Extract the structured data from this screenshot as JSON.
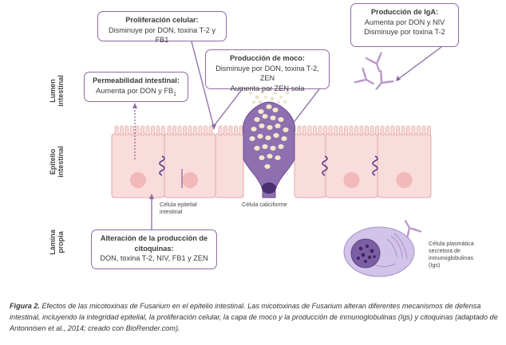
{
  "side_labels": {
    "lumen": [
      "Lumen",
      "intestinal"
    ],
    "epithelium": [
      "Epitelio",
      "intestinal"
    ],
    "lamina": [
      "Lámina",
      "propia"
    ]
  },
  "boxes": {
    "proliferation": {
      "title": "Proliferación celular:",
      "lines": [
        "Disminuye por DON, toxina T-2 y FB1"
      ]
    },
    "mucus": {
      "title": "Producción de moco:",
      "lines": [
        "Disminuye por DON, toxina T-2, ZEN",
        "Aumenta por ZEN sola"
      ]
    },
    "iga": {
      "title": "Producción de IgA:",
      "lines": [
        "Aumenta por DON y NIV",
        "Disminuye por toxina T-2"
      ]
    },
    "permeability": {
      "title": "Permeabilidad intestinal:",
      "line_prefix": "Aumenta por DON y FB",
      "line_sub": "1"
    },
    "cytokines": {
      "title": "Alteración de la producción de",
      "title2": "citoquinas:",
      "lines": [
        "DON, toxina T-2, NIV, FB1 y ZEN"
      ]
    }
  },
  "cell_labels": {
    "epithelial": [
      "Célula epitelial",
      "intestinal"
    ],
    "goblet": "Célula caliciforme",
    "plasma": [
      "Célula plasmática",
      "secretora de",
      "inmunoglobulinas",
      "(Igs)"
    ]
  },
  "caption": {
    "label": "Figura 2.",
    "text": "Efectos de las micotoxinas de Fusarium en el epitelio intestinal. Las micotoxinas de Fusarium alteran diferentes mecanismos de defensa intestinal, incluyendo la integridad epitelial, la proliferación celular, la capa de moco y la producción de inmunoglobulinas (Igs) y citoquinas (adaptado de Antonnisen et al., 2014; creado con BioRender.com)."
  },
  "colors": {
    "box_border": "#8e6aa6",
    "cell_fill": "#f9dcdc",
    "cell_stroke": "#e5a9ab",
    "nucleus": "#f2b8ba",
    "goblet": "#8f6fb0",
    "antibody": "#b995c6",
    "plasma": "#7b5ea3"
  }
}
